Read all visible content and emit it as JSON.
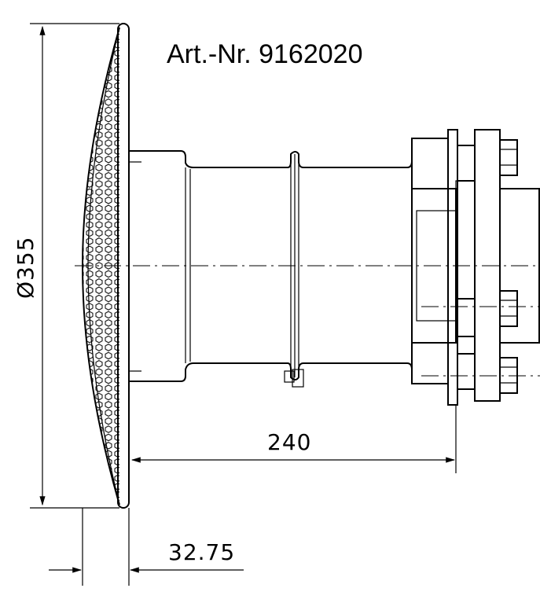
{
  "title": "Art.-Nr. 9162020",
  "dimensions": {
    "diameter": "Ø355",
    "length": "240",
    "flange_depth": "32.75"
  },
  "colors": {
    "line": "#000000",
    "background": "#ffffff"
  }
}
